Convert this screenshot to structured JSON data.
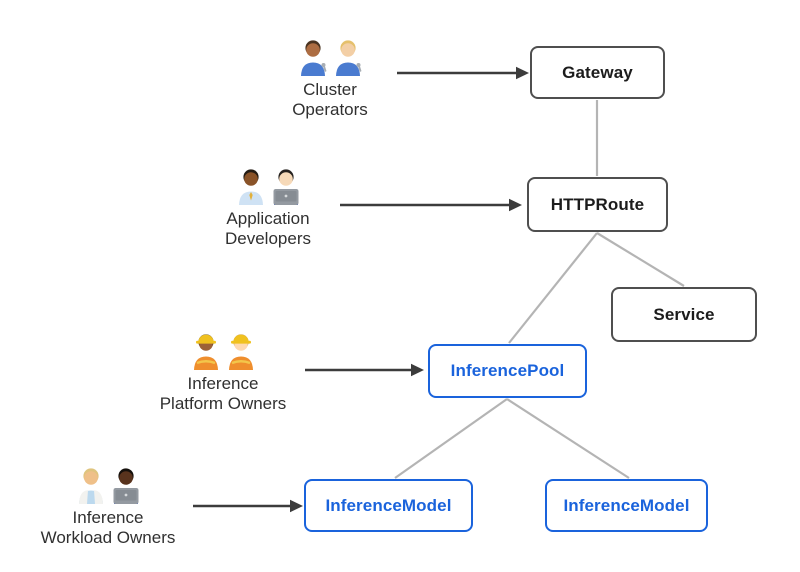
{
  "diagram": {
    "nodes": [
      {
        "id": "gateway",
        "label": "Gateway",
        "style": "dark"
      },
      {
        "id": "httproute",
        "label": "HTTPRoute",
        "style": "dark"
      },
      {
        "id": "service",
        "label": "Service",
        "style": "dark"
      },
      {
        "id": "inference-pool",
        "label": "InferencePool",
        "style": "blue"
      },
      {
        "id": "inference-model-left",
        "label": "InferenceModel",
        "style": "blue"
      },
      {
        "id": "inference-model-right",
        "label": "InferenceModel",
        "style": "blue"
      }
    ],
    "edges": [
      {
        "from": "Gateway",
        "to": "HTTPRoute"
      },
      {
        "from": "HTTPRoute",
        "to": "InferencePool"
      },
      {
        "from": "HTTPRoute",
        "to": "Service"
      },
      {
        "from": "InferencePool",
        "to": "InferenceModel (left)"
      },
      {
        "from": "InferencePool",
        "to": "InferenceModel (right)"
      }
    ],
    "actors": [
      {
        "id": "cluster-operators",
        "lines": [
          "Cluster",
          "Operators"
        ],
        "arrow_to": "Gateway",
        "icons": [
          {
            "name": "man-mechanic-emoji",
            "emoji": "👨🏽‍🔧",
            "skin": "#ad6d42",
            "hair": "#4a3320",
            "shirt": "#4a7bd0",
            "wrench": true
          },
          {
            "name": "woman-mechanic-emoji",
            "emoji": "👩🏼‍🔧",
            "skin": "#f3cfa6",
            "hair": "#e5c06c",
            "shirt": "#4a7bd0",
            "wrench": true
          }
        ]
      },
      {
        "id": "application-developers",
        "lines": [
          "Application",
          "Developers"
        ],
        "arrow_to": "HTTPRoute",
        "icons": [
          {
            "name": "man-office-worker-emoji",
            "emoji": "👨🏾‍💼",
            "skin": "#8a5328",
            "hair": "#241c14",
            "shirt": "#cfe2f4",
            "tie": "#e2b03a"
          },
          {
            "name": "woman-technologist-emoji",
            "emoji": "👩🏻‍💻",
            "skin": "#f6d9b8",
            "hair": "#26221f",
            "shirt": "#3d5fc2",
            "laptop": true
          }
        ]
      },
      {
        "id": "inference-platform-owners",
        "lines": [
          "Inference",
          "Platform Owners"
        ],
        "arrow_to": "InferencePool",
        "icons": [
          {
            "name": "woman-construction-worker-emoji",
            "emoji": "👷🏾‍♀️",
            "skin": "#9c6137",
            "hair": "#2a211a",
            "shirt": "#ef8e2d",
            "hat": "#f0c11f",
            "vest": true
          },
          {
            "name": "man-construction-worker-emoji",
            "emoji": "👷🏻",
            "skin": "#ffd9b0",
            "hair": "#b98e4f",
            "shirt": "#ef8e2d",
            "hat": "#f0c11f",
            "vest": true
          }
        ]
      },
      {
        "id": "inference-workload-owners",
        "lines": [
          "Inference",
          "Workload Owners"
        ],
        "arrow_to": "InferenceModel (left)",
        "icons": [
          {
            "name": "health-worker-emoji",
            "emoji": "🧑🏼‍⚕️",
            "skin": "#efc089",
            "hair": "#dfc47e",
            "shirt": "#bcd9ee",
            "coat": true
          },
          {
            "name": "man-technologist-emoji",
            "emoji": "👨🏿‍💻",
            "skin": "#59331d",
            "hair": "#15100c",
            "shirt": "#3d5fc2",
            "laptop": true
          }
        ]
      }
    ],
    "colors": {
      "blue": "#1a63dc",
      "dark_border": "#4f4f4f",
      "dark_text": "#1c1c1c",
      "edge_gray": "#b4b4b4",
      "arrow": "#3c3c3c",
      "label_text": "#303030",
      "node_fill": "#ffffff",
      "background": "#ffffff"
    }
  }
}
